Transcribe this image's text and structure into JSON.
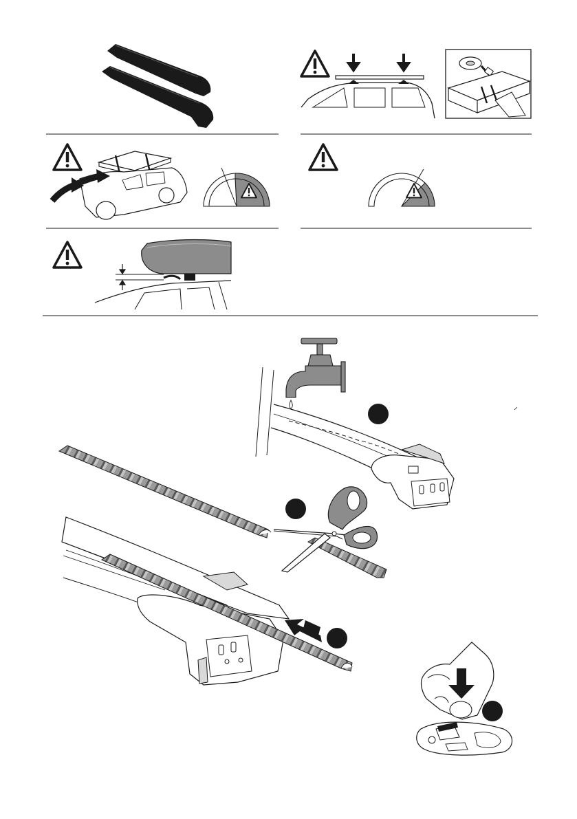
{
  "page": {
    "panels": [
      {
        "id": "crossbars",
        "icon": "crossbars-illustration"
      },
      {
        "id": "load-limit",
        "icon": "warning-triangle-icon"
      },
      {
        "id": "strap-load",
        "icon": "strap-illustration"
      },
      {
        "id": "aerodynamic-load",
        "icon": "warning-triangle-icon"
      },
      {
        "id": "speed-warning",
        "icon": "speedometer-icon"
      },
      {
        "id": "roof-box-clearance",
        "icon": "warning-triangle-icon"
      }
    ],
    "steps": [
      {
        "number": "",
        "action": "rinse-bar-with-water"
      },
      {
        "number": "",
        "action": "cut-rubber-strip"
      },
      {
        "number": "",
        "action": "insert-rubber-strip"
      },
      {
        "number": "",
        "action": "press-end-cap"
      }
    ],
    "colors": {
      "ink": "#1a1a1a",
      "shade": "#8c8c8c",
      "light": "#d9d9d9",
      "white": "#ffffff"
    }
  }
}
